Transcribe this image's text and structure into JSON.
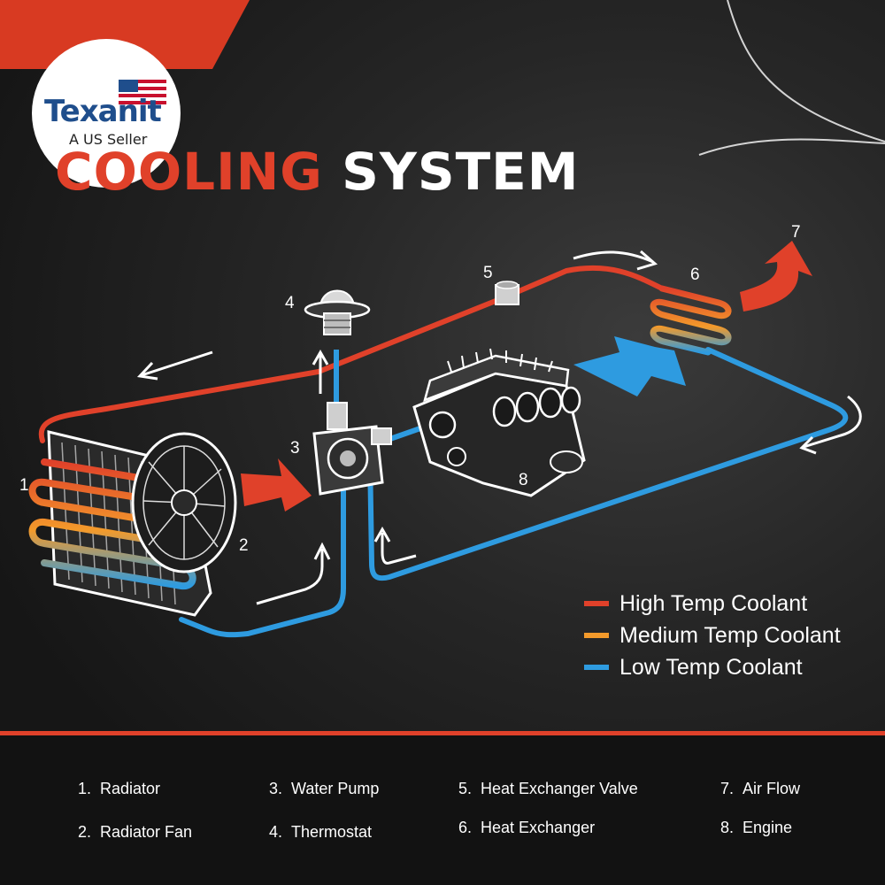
{
  "brand": {
    "name": "Texanit",
    "tagline": "A US Seller"
  },
  "title": {
    "part1": "COOLING",
    "part2": "SYSTEM"
  },
  "diagram_labels": [
    "1",
    "2",
    "3",
    "4",
    "5",
    "6",
    "7",
    "8"
  ],
  "legend": [
    {
      "label": "High Temp Coolant",
      "color": "#e0412a"
    },
    {
      "label": "Medium Temp Coolant",
      "color": "#f39a2b"
    },
    {
      "label": "Low Temp Coolant",
      "color": "#2e9be0"
    }
  ],
  "parts": [
    {
      "num": "1.",
      "name": "Radiator"
    },
    {
      "num": "2.",
      "name": "Radiator Fan"
    },
    {
      "num": "3.",
      "name": "Water Pump"
    },
    {
      "num": "4.",
      "name": "Thermostat"
    },
    {
      "num": "5.",
      "name": "Heat Exchanger Valve"
    },
    {
      "num": "6.",
      "name": "Heat Exchanger"
    },
    {
      "num": "7.",
      "name": "Air Flow"
    },
    {
      "num": "8.",
      "name": "Engine"
    }
  ],
  "colors": {
    "accent_red": "#e0412a",
    "hot": "#e0412a",
    "medium": "#f39a2b",
    "cold": "#2e9be0",
    "brand_blue": "#1f4e8c"
  },
  "icons": [
    "radiator-icon",
    "fan-icon",
    "water-pump-icon",
    "thermostat-icon",
    "valve-icon",
    "heat-exchanger-icon",
    "airflow-arrow-icon",
    "engine-icon",
    "us-flag-icon"
  ]
}
